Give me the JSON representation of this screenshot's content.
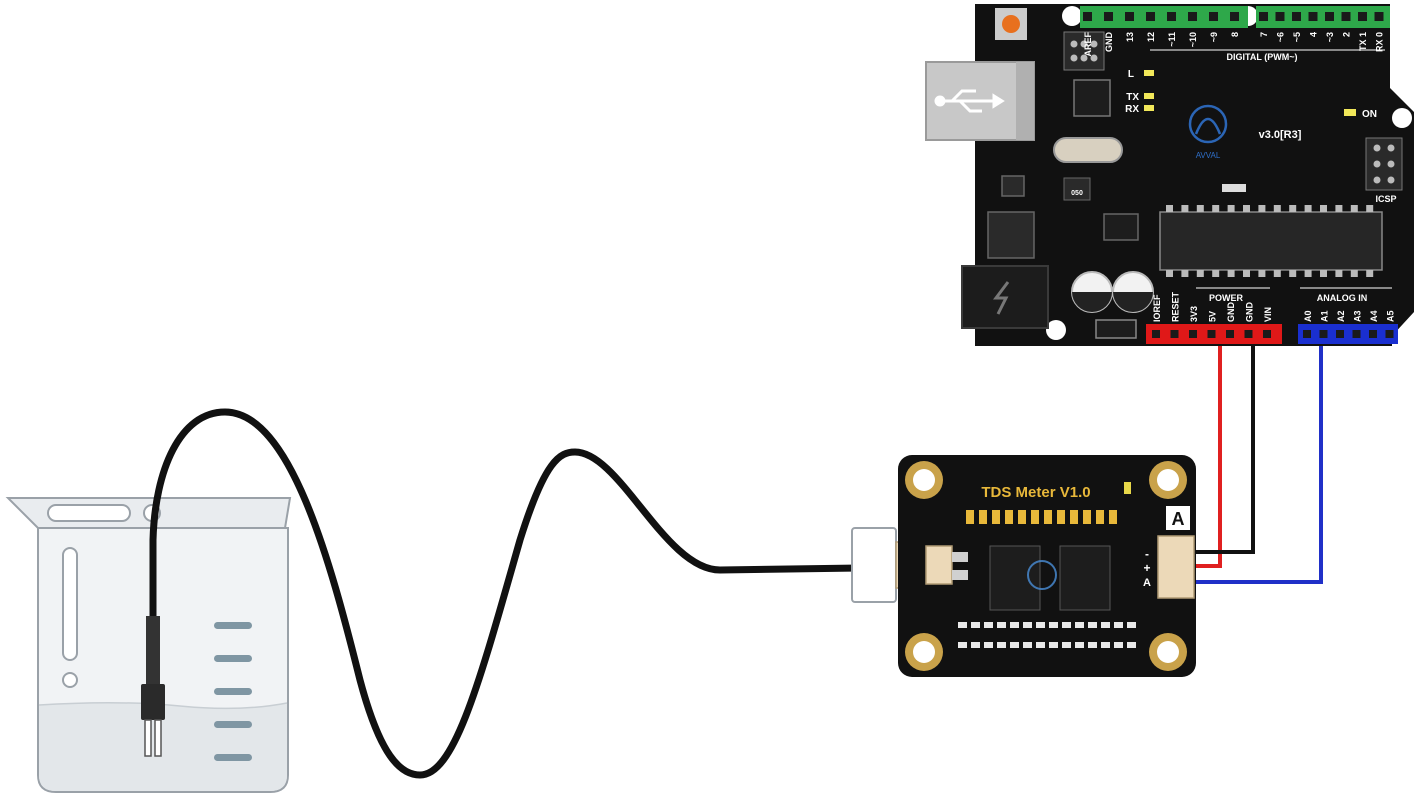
{
  "arduino": {
    "board_version": "v3.0[R3]",
    "digital_header_label": "DIGITAL (PWM~)",
    "led_l": "L",
    "led_tx": "TX",
    "led_rx": "RX",
    "on_label": "ON",
    "icsp_label": "ICSP",
    "power_label": "POWER",
    "analog_label": "ANALOG IN",
    "chip_label": "050",
    "logo_text": "AVVAL",
    "digital_pins": [
      "AREF",
      "GND",
      "13",
      "12",
      "~11",
      "~10",
      "~9",
      "8",
      "7",
      "~6",
      "~5",
      "4",
      "~3",
      "2",
      "TX 1",
      "RX 0"
    ],
    "power_pins": [
      "IOREF",
      "RESET",
      "3V3",
      "5V",
      "GND",
      "GND",
      "VIN"
    ],
    "analog_pins": [
      "A0",
      "A1",
      "A2",
      "A3",
      "A4",
      "A5"
    ]
  },
  "tds_module": {
    "title": "TDS Meter V1.0",
    "connector_label": "A",
    "pin_labels": [
      "-",
      "+",
      "A"
    ]
  },
  "wires": {
    "red": "#e02020",
    "black": "#111111",
    "blue": "#2030c8"
  },
  "colors": {
    "pcb": "#111111",
    "header_green": "#2ea84a",
    "header_red": "#e01818",
    "header_blue": "#1a2fd0",
    "mount_gold": "#c9a24a",
    "silk_gold": "#e8b83a"
  }
}
